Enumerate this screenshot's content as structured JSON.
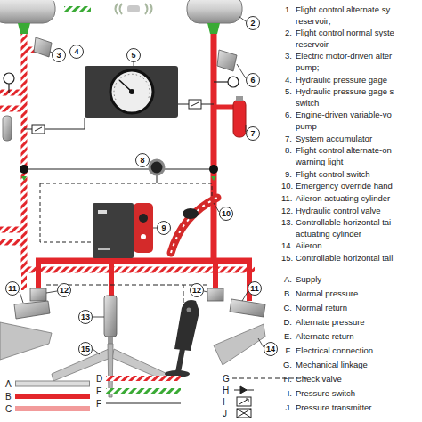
{
  "diagram": {
    "nodes": [
      {
        "text": [
          "2"
        ]
      },
      {
        "text": [
          "3"
        ]
      },
      {
        "text": [
          "4"
        ]
      },
      {
        "text": [
          "5"
        ]
      },
      {
        "text": [
          "6"
        ]
      },
      {
        "text": [
          "7"
        ]
      },
      {
        "text": [
          "8"
        ]
      },
      {
        "text": [
          "10"
        ]
      },
      {
        "text": [
          "9"
        ]
      },
      {
        "text": [
          "11"
        ]
      },
      {
        "text": [
          "12"
        ]
      },
      {
        "text": [
          "12"
        ]
      },
      {
        "text": [
          "11"
        ]
      },
      {
        "text": [
          "13"
        ]
      },
      {
        "text": [
          "14"
        ]
      },
      {
        "text": [
          "15"
        ]
      }
    ],
    "labels": [
      "1.",
      "Flight control alternate sy reservoir;",
      "2.",
      "Flight control normal syste reservoir",
      "3.",
      "Electric motor-driven alter pump;",
      "4.",
      "Hydraulic pressure gage",
      "5.",
      "Hydraulic pressure gage s switch",
      "6.",
      "Engine-driven variable-vo pump",
      "7.",
      "System accumulator",
      "8.",
      "Flight control alternate-on warning light",
      "9.",
      "Flight control switch",
      "10.",
      "Emergency override hand",
      "11.",
      "Aileron actuating cylinder",
      "12.",
      "Hydraulic control valve",
      "13.",
      "Controllable horizontal tai actuating cylinder",
      "14.",
      "Aileron",
      "15.",
      "Controllable horizontal tail",
      "A.",
      "Supply",
      "B.",
      "Normal pressure",
      "C.",
      "Normal return",
      "D.",
      "Alternate pressure",
      "E.",
      "Alternate return",
      "F.",
      "Electrical connection",
      "G.",
      "Mechanical linkage",
      "H.",
      "Check valve",
      "I.",
      "Pressure switch",
      "J.",
      "Pressure transmitter"
    ],
    "legend": [
      {
        "text": "A"
      },
      {
        "text": "B"
      },
      {
        "text": "C"
      },
      {
        "text": "D"
      },
      {
        "text": "E"
      },
      {
        "text": "F"
      },
      {
        "text": "G"
      },
      {
        "text": "H"
      },
      {
        "text": "I"
      },
      {
        "text": "J"
      }
    ]
  }
}
